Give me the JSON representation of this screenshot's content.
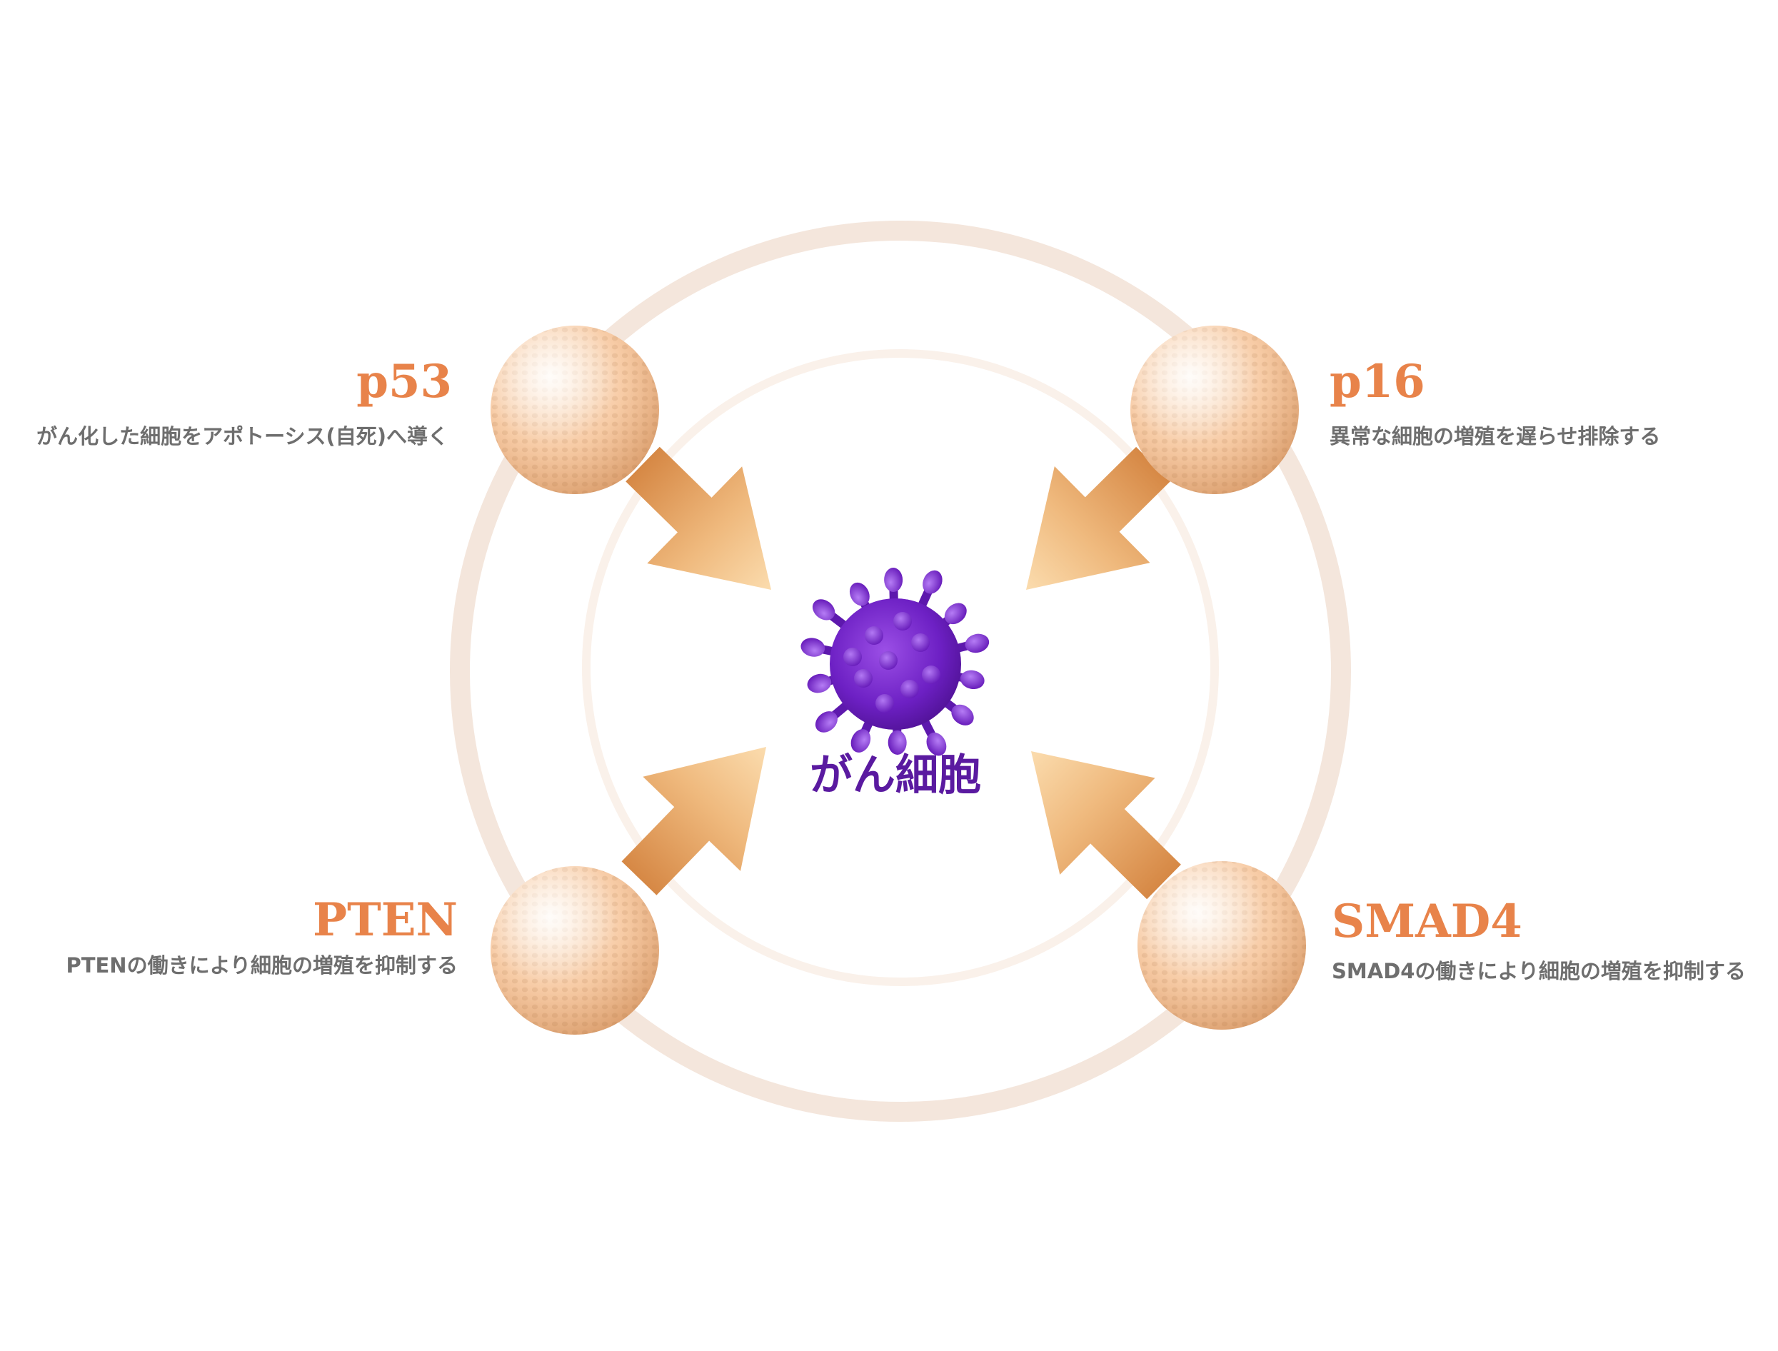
{
  "center": {
    "label": "がん細胞"
  },
  "genes": [
    {
      "id": "p53",
      "name": "p53",
      "description": "がん化した細胞をアポトーシス(自死)へ導く"
    },
    {
      "id": "p16",
      "name": "p16",
      "description": "異常な細胞の増殖を遅らせ排除する"
    },
    {
      "id": "pten",
      "name": "PTEN",
      "description": "PTENの働きにより細胞の増殖を抑制する"
    },
    {
      "id": "smad4",
      "name": "SMAD4",
      "description": "SMAD4の働きにより細胞の増殖を抑制する"
    }
  ],
  "colors": {
    "gene_text": "#e8834a",
    "desc_text": "#6e6e6e",
    "center_text": "#5a1aa0",
    "ring": "#f3e3d8",
    "virus": "#7a2ad4",
    "cell": "#f2b482",
    "arrow": "#e6a766"
  },
  "icons": {
    "cell": "tumor-suppressor-cell-icon",
    "virus": "cancer-cell-icon",
    "arrow": "arrow-icon"
  }
}
